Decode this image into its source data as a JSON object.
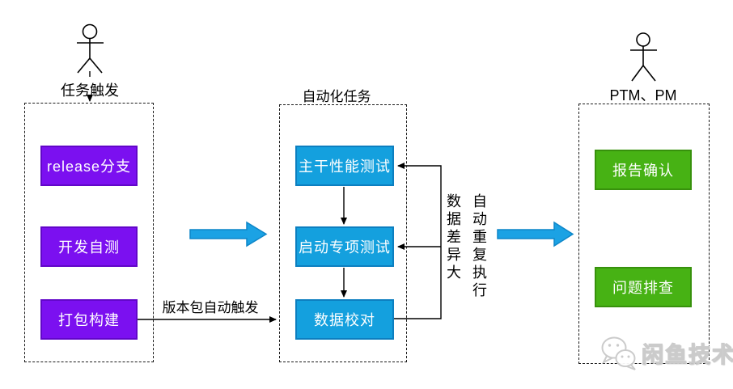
{
  "colors": {
    "purple": "#7b10f0",
    "purple_border": "#6206c9",
    "blue": "#14a0de",
    "blue_border": "#0c7fc0",
    "green": "#47b214",
    "green_border": "#37910c",
    "arrow_blue": "#1ba2e4",
    "arrow_blue_border": "#0e86c8"
  },
  "actors": {
    "left": {
      "label": "任务触发"
    },
    "right": {
      "label": "PTM、PM"
    }
  },
  "left_group": {
    "steps": [
      "release分支",
      "开发自测",
      "打包构建"
    ]
  },
  "middle_group": {
    "title": "自动化任务",
    "steps": [
      "主干性能测试",
      "启动专项测试",
      "数据校对"
    ]
  },
  "right_group": {
    "steps": [
      "报告确认",
      "问题排查"
    ]
  },
  "annotations": {
    "package_auto_trigger": "版本包自动触发",
    "data_diff_large": "数据差异大",
    "auto_repeat_execute": "自动重复执行"
  },
  "watermark": {
    "text": "闲鱼技术"
  }
}
